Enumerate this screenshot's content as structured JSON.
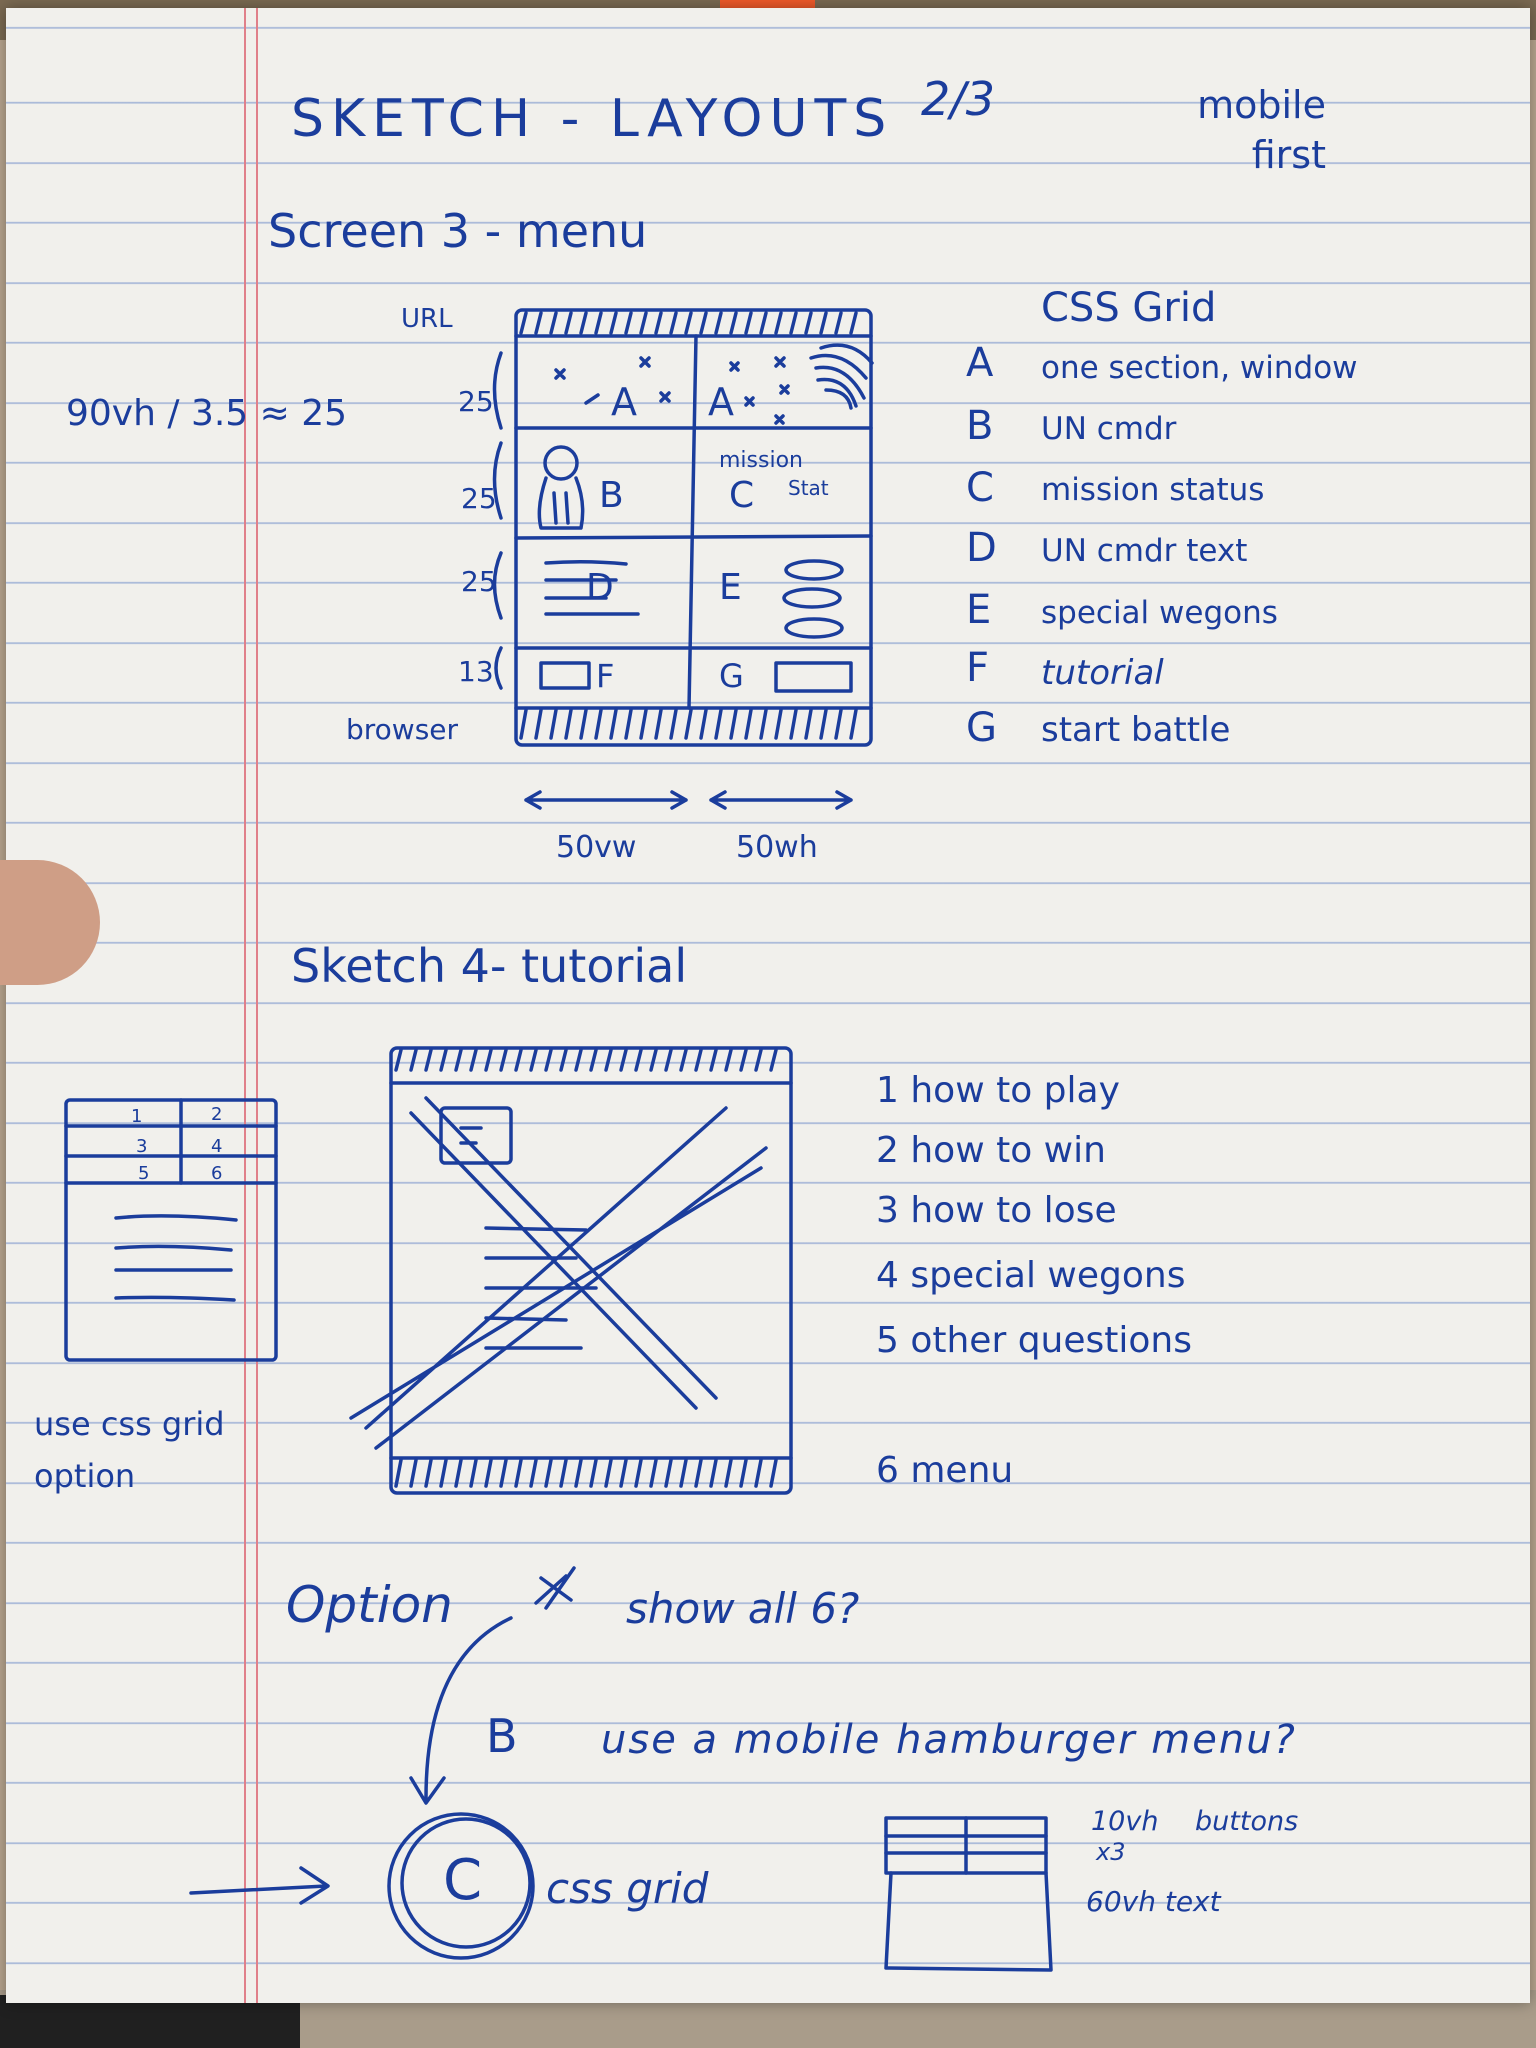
{
  "page": {
    "title": "SKETCH - LAYOUTS",
    "page_num": "2/3",
    "mobile_first": "mobile first"
  },
  "screen3": {
    "heading": "Screen 3 - menu",
    "formula": "90vh / 3.5 ≈ 25",
    "url_label": "URL",
    "browser_label": "browser",
    "row_heights": [
      "25",
      "25",
      "25",
      "13"
    ],
    "width_labels": [
      "50vw",
      "50wh"
    ],
    "cells": {
      "a_left": "A",
      "a_right": "A",
      "b": "B",
      "c_top": "mission",
      "c": "C",
      "c_stat": "Stat",
      "d": "D",
      "e": "E",
      "f": "F",
      "g": "G"
    },
    "legend_title": "CSS Grid",
    "legend": [
      {
        "key": "A",
        "text": "one section, window"
      },
      {
        "key": "B",
        "text": "UN cmdr"
      },
      {
        "key": "C",
        "text": "mission status"
      },
      {
        "key": "D",
        "text": "UN cmdr text"
      },
      {
        "key": "E",
        "text": "special wegons"
      },
      {
        "key": "F",
        "text": "tutorial"
      },
      {
        "key": "G",
        "text": "start battle"
      }
    ]
  },
  "sketch4": {
    "heading": "Sketch 4- tutorial",
    "small_grid": [
      "1",
      "2",
      "3",
      "4",
      "5",
      "6"
    ],
    "note": "use css grid option",
    "list": [
      "1 how to play",
      "2 how to win",
      "3 how to lose",
      "4 special wegons",
      "5 other questions",
      "6 menu"
    ]
  },
  "options": {
    "option_a": "Option",
    "option_a_tail": "show all 6?",
    "option_b_key": "B",
    "option_b": "use a mobile hamburger menu?",
    "option_c_key": "C",
    "option_c": "css grid",
    "buttons_note": "10vh buttons",
    "times_note": "x3",
    "text_note": "60vh text"
  },
  "colors": {
    "ink": "#1b3d9c",
    "paper": "#f1f0ec",
    "rule": "#6e8cc8",
    "margin": "#e0808a"
  }
}
